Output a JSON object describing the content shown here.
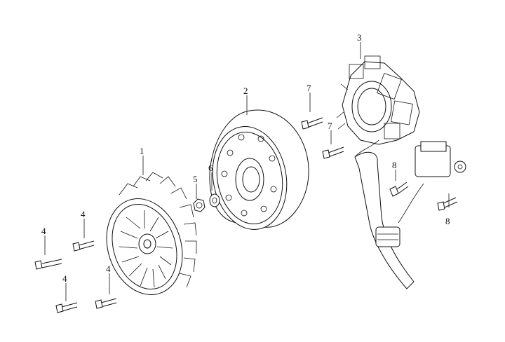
{
  "diagram": {
    "callouts": [
      {
        "id": "1",
        "label": "1"
      },
      {
        "id": "2",
        "label": "2"
      },
      {
        "id": "3",
        "label": "3"
      },
      {
        "id": "4a",
        "label": "4"
      },
      {
        "id": "4b",
        "label": "4"
      },
      {
        "id": "4c",
        "label": "4"
      },
      {
        "id": "4d",
        "label": "4"
      },
      {
        "id": "5",
        "label": "5"
      },
      {
        "id": "6",
        "label": "6"
      },
      {
        "id": "7a",
        "label": "7"
      },
      {
        "id": "7b",
        "label": "7"
      },
      {
        "id": "8a",
        "label": "8"
      },
      {
        "id": "8b",
        "label": "8"
      }
    ],
    "parts": [
      {
        "name": "cooling-fan",
        "callout": "1"
      },
      {
        "name": "flywheel-rotor",
        "callout": "2"
      },
      {
        "name": "stator-assembly",
        "callout": "3"
      },
      {
        "name": "fan-bolt",
        "callout": "4"
      },
      {
        "name": "flange-nut",
        "callout": "5"
      },
      {
        "name": "washer",
        "callout": "6"
      },
      {
        "name": "stator-bolt",
        "callout": "7"
      },
      {
        "name": "pickup-bolt",
        "callout": "8"
      }
    ]
  }
}
